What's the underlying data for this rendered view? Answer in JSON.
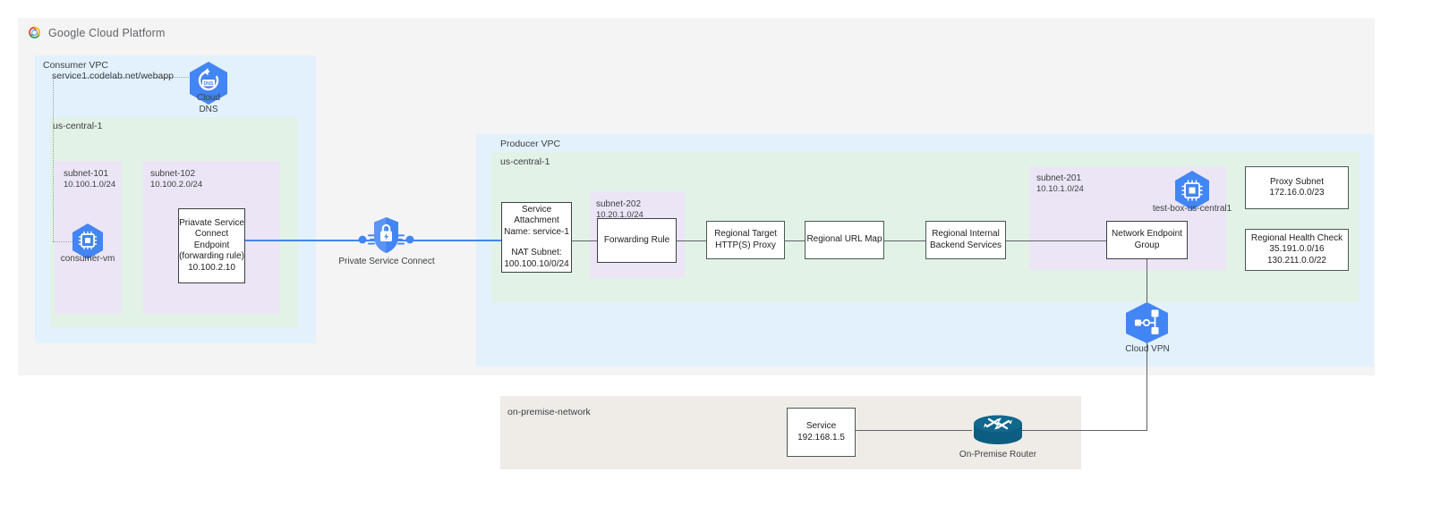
{
  "logo": {
    "text": "Google Cloud Platform",
    "name": "google-cloud-platform-logo"
  },
  "consumer": {
    "vpc_label": "Consumer VPC",
    "region_label": "us-central-1",
    "dns_record": "service1.codelab.net/webapp",
    "cloud_dns": {
      "line1": "Cloud",
      "line2": "DNS"
    },
    "subnet_101": {
      "name": "subnet-101",
      "cidr": "10.100.1.0/24"
    },
    "subnet_102": {
      "name": "subnet-102",
      "cidr": "10.100.2.0/24"
    },
    "vm_label": "consumer-vm",
    "psc_endpoint": {
      "line1": "Priavate Service",
      "line2": "Connect Endpoint",
      "line3": "(forwarding rule)",
      "line4": "10.100.2.10"
    }
  },
  "psc": {
    "label": "Private Service Connect"
  },
  "producer": {
    "vpc_label": "Producer VPC",
    "region_label": "us-central-1",
    "service_attachment": {
      "line1": "Service",
      "line2": "Attachment",
      "line3": "Name: service-1",
      "line4": "NAT Subnet:",
      "line5": "100.100.10/0/24"
    },
    "subnet_202": {
      "name": "subnet-202",
      "cidr": "10.20.1.0/24"
    },
    "forwarding_rule": "Forwarding Rule",
    "target_proxy": {
      "line1": "Regional Target",
      "line2": "HTTP(S) Proxy"
    },
    "url_map": "Regional URL Map",
    "backend_services": {
      "line1": "Regional Internal",
      "line2": "Backend Services"
    },
    "subnet_201": {
      "name": "subnet-201",
      "cidr": "10.10.1.0/24"
    },
    "test_box_label": "test-box-us-central1",
    "neg": {
      "line1": "Network Endpoint",
      "line2": "Group"
    },
    "proxy_subnet": {
      "line1": "Proxy Subnet",
      "line2": "172.16.0.0/23"
    },
    "health_check": {
      "line1": "Regional Health Check",
      "line2": "35.191.0.0/16",
      "line3": "130.211.0.0/22"
    },
    "cloud_vpn_label": "Cloud VPN"
  },
  "onpremise": {
    "network_label": "on-premise-network",
    "service": {
      "line1": "Service",
      "line2": "192.168.1.5"
    },
    "router_label": "On-Premise Router"
  },
  "colors": {
    "vpc_blue": "#e3f1fd",
    "region_green": "#e2f2e6",
    "subnet_purple": "#ece5f5",
    "canvas_gray": "#f4f4f4",
    "onprem_beige": "#efece8",
    "gcp_blue": "#4285f4",
    "router_teal": "#11678c",
    "line_gray": "#5f6368"
  }
}
